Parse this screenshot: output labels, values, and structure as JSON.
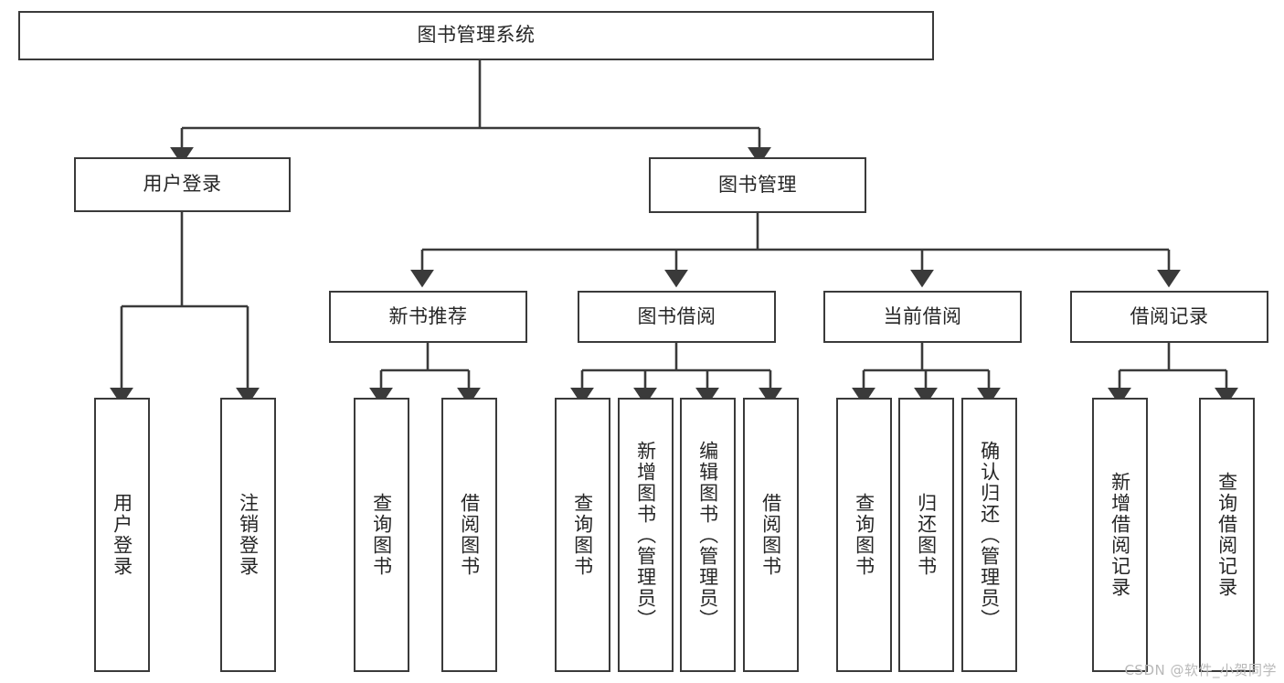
{
  "diagram": {
    "title": "图书管理系统",
    "watermark": "CSDN @软件_小贺同学",
    "colors": {
      "stroke": "#3a3a3a",
      "fill": "#ffffff",
      "text": "#262626",
      "watermark": "#b9b9b9"
    },
    "root": {
      "label": "图书管理系统"
    },
    "level2": [
      {
        "label": "用户登录"
      },
      {
        "label": "图书管理"
      }
    ],
    "level3": [
      {
        "label": "新书推荐"
      },
      {
        "label": "图书借阅"
      },
      {
        "label": "当前借阅"
      },
      {
        "label": "借阅记录"
      }
    ],
    "leaves": {
      "user_login": [
        {
          "label": "用户登录"
        },
        {
          "label": "注销登录"
        }
      ],
      "new_book_recommend": [
        {
          "label": "查询图书"
        },
        {
          "label": "借阅图书"
        }
      ],
      "book_borrow": [
        {
          "label": "查询图书"
        },
        {
          "label": "新增图书（管理员）"
        },
        {
          "label": "编辑图书（管理员）"
        },
        {
          "label": "借阅图书"
        }
      ],
      "current_borrow": [
        {
          "label": "查询图书"
        },
        {
          "label": "归还图书"
        },
        {
          "label": "确认归还（管理员）"
        }
      ],
      "borrow_record": [
        {
          "label": "新增借阅记录"
        },
        {
          "label": "查询借阅记录"
        }
      ]
    }
  }
}
